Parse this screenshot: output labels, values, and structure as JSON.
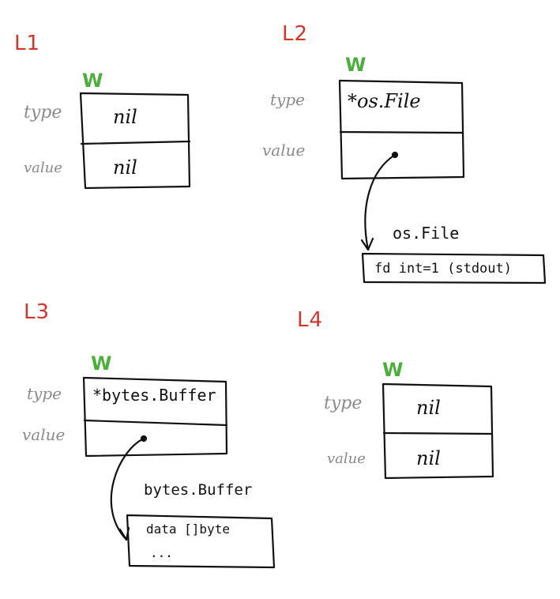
{
  "l1": {
    "line": "L1",
    "var": "W",
    "row_labels": {
      "type": "type",
      "value": "value"
    },
    "cells": {
      "type": "nil",
      "value": "nil"
    }
  },
  "l2": {
    "line": "L2",
    "var": "W",
    "row_labels": {
      "type": "type",
      "value": "value"
    },
    "cells": {
      "type": "*os.File",
      "value": ""
    },
    "target": {
      "title": "os.File",
      "content": "fd int=1 (stdout)"
    }
  },
  "l3": {
    "line": "L3",
    "var": "W",
    "row_labels": {
      "type": "type",
      "value": "value"
    },
    "cells": {
      "type": "*bytes.Buffer",
      "value": ""
    },
    "target": {
      "title": "bytes.Buffer",
      "line1": "data []byte",
      "line2": "..."
    }
  },
  "l4": {
    "line": "L4",
    "var": "W",
    "row_labels": {
      "type": "type",
      "value": "value"
    },
    "cells": {
      "type": "nil",
      "value": "nil"
    }
  },
  "colors": {
    "line_label": "#d4342a",
    "var_label": "#4caf3a",
    "side_label": "#8a8a8a",
    "ink": "#111111"
  }
}
